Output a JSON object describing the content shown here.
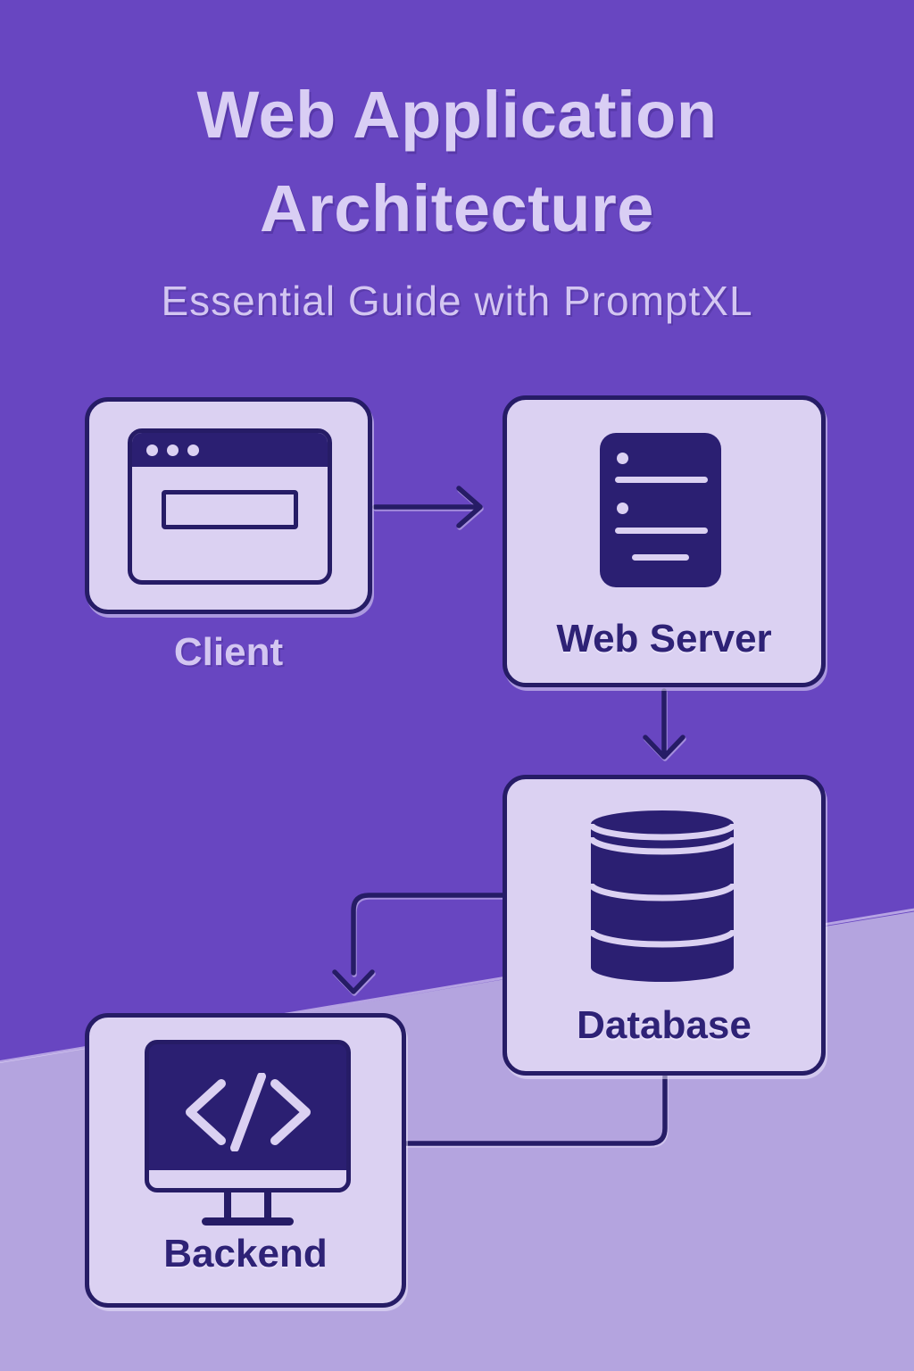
{
  "header": {
    "title": "Web Application Architecture",
    "subtitle": "Essential Guide with PromptXL"
  },
  "nodes": {
    "client": {
      "label": "Client",
      "icon": "browser-window-icon"
    },
    "web_server": {
      "label": "Web Server",
      "icon": "server-rack-icon"
    },
    "database": {
      "label": "Database",
      "icon": "database-cylinder-icon"
    },
    "backend": {
      "label": "Backend",
      "icon": "code-monitor-icon"
    }
  },
  "connections": [
    {
      "from": "client",
      "to": "web_server",
      "arrowhead": true
    },
    {
      "from": "web_server",
      "to": "database",
      "arrowhead": true
    },
    {
      "from": "database",
      "to": "backend",
      "arrowhead": true
    },
    {
      "from": "backend",
      "to": "database",
      "arrowhead": false
    }
  ],
  "colors": {
    "bg": "#6846C1",
    "wedge": "#B4A4DF",
    "panel": "#DBD1F2",
    "ink": "#261C66",
    "icon_ink": "#2B1F72",
    "title_text": "#D9CEF4",
    "subtitle_text": "#D3C6F1",
    "label_dark": "#2E2276"
  }
}
